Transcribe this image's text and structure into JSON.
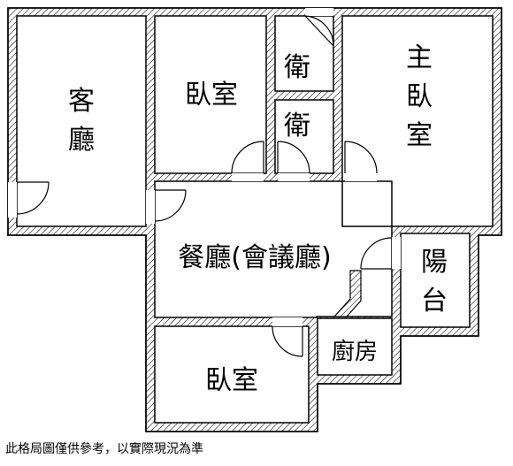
{
  "rooms": {
    "living": [
      "客",
      "廳"
    ],
    "bedroom1": "臥室",
    "bath1": "衛",
    "bath2": "衛",
    "master": [
      "主",
      "臥",
      "室"
    ],
    "dining": "餐廳(會議廳)",
    "balcony": [
      "陽",
      "台"
    ],
    "kitchen": "廚房",
    "bedroom2": "臥室"
  },
  "note": "此格局圖僅供參考，以實際現況為準",
  "colors": {
    "wall": "#000000",
    "hatch": "#000000",
    "background": "#ffffff"
  }
}
